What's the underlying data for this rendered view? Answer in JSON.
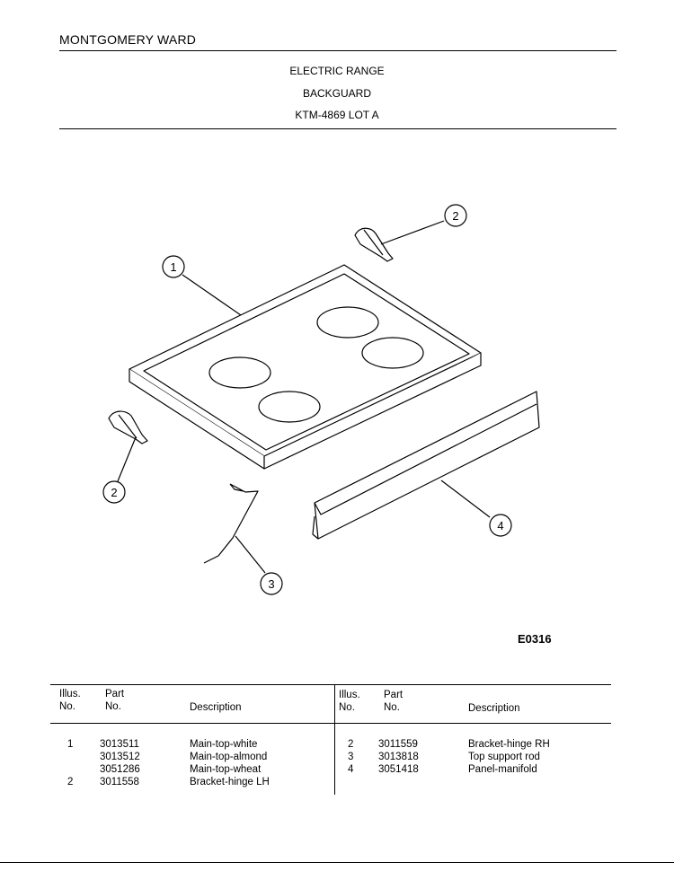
{
  "header": {
    "brand": "MONTGOMERY WARD",
    "title_line1": "ELECTRIC RANGE",
    "title_line2": "BACKGUARD",
    "title_line3": "KTM-4869 LOT A"
  },
  "diagram": {
    "callouts": [
      "1",
      "2",
      "2",
      "3",
      "4"
    ],
    "code": "E0316"
  },
  "table": {
    "headers": {
      "illus": "Illus.",
      "no": "No.",
      "part": "Part",
      "part_no": "No.",
      "description": "Description"
    },
    "left": {
      "illus": [
        "1",
        "",
        "",
        "2"
      ],
      "part": [
        "3013511",
        "3013512",
        "3051286",
        "3011558"
      ],
      "desc": [
        "Main-top-white",
        "Main-top-almond",
        "Main-top-wheat",
        "Bracket-hinge LH"
      ]
    },
    "right": {
      "illus": [
        "2",
        "3",
        "4"
      ],
      "part": [
        "3011559",
        "3013818",
        "3051418"
      ],
      "desc": [
        "Bracket-hinge RH",
        "Top support rod",
        "Panel-manifold"
      ]
    }
  }
}
